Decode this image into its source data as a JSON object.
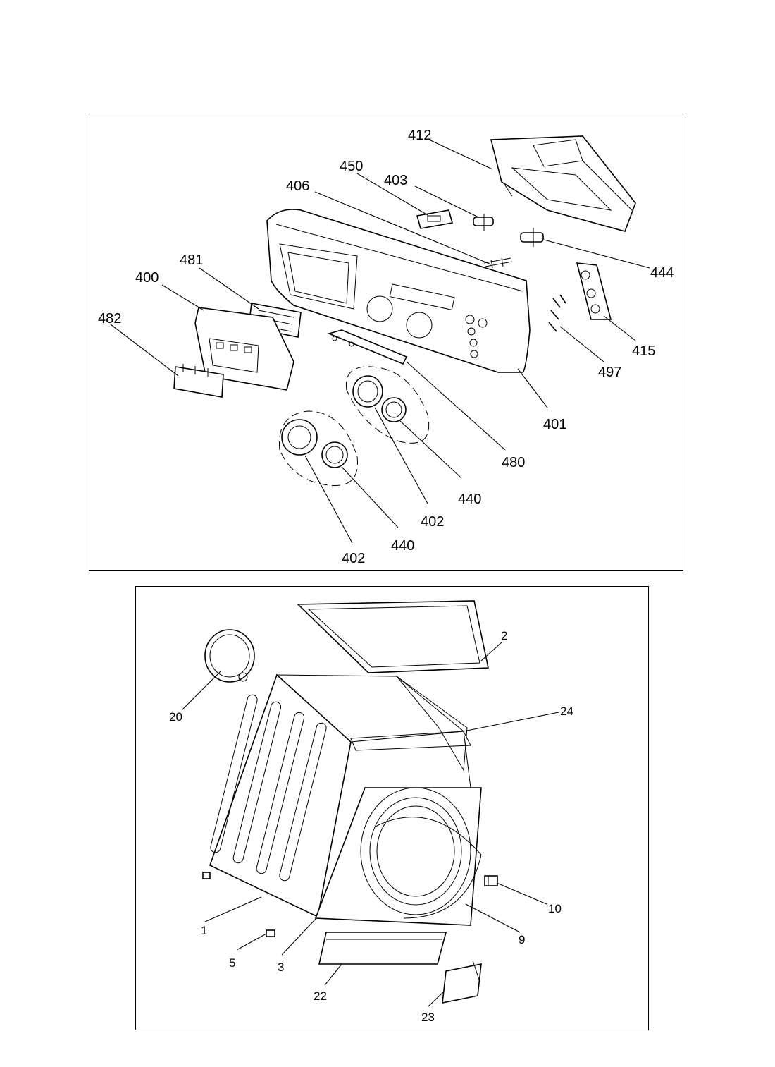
{
  "top_diagram": {
    "callouts": [
      {
        "id": "412",
        "text": "412"
      },
      {
        "id": "450",
        "text": "450"
      },
      {
        "id": "403",
        "text": "403"
      },
      {
        "id": "406",
        "text": "406"
      },
      {
        "id": "444",
        "text": "444"
      },
      {
        "id": "481",
        "text": "481"
      },
      {
        "id": "400",
        "text": "400"
      },
      {
        "id": "482",
        "text": "482"
      },
      {
        "id": "415",
        "text": "415"
      },
      {
        "id": "497",
        "text": "497"
      },
      {
        "id": "401",
        "text": "401"
      },
      {
        "id": "480",
        "text": "480"
      },
      {
        "id": "440a",
        "text": "440"
      },
      {
        "id": "402a",
        "text": "402"
      },
      {
        "id": "440b",
        "text": "440"
      },
      {
        "id": "402b",
        "text": "402"
      }
    ]
  },
  "bottom_diagram": {
    "callouts": [
      {
        "id": "2",
        "text": "2"
      },
      {
        "id": "20",
        "text": "20"
      },
      {
        "id": "24",
        "text": "24"
      },
      {
        "id": "10",
        "text": "10"
      },
      {
        "id": "9",
        "text": "9"
      },
      {
        "id": "1",
        "text": "1"
      },
      {
        "id": "5",
        "text": "5"
      },
      {
        "id": "3",
        "text": "3"
      },
      {
        "id": "22",
        "text": "22"
      },
      {
        "id": "23",
        "text": "23"
      }
    ]
  }
}
